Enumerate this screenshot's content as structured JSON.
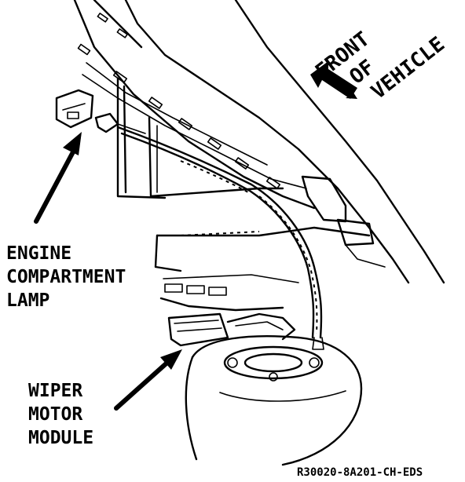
{
  "labels": {
    "front_line1": "FRONT",
    "front_line2": "OF",
    "front_line3": "VEHICLE",
    "engine_line1": "ENGINE",
    "engine_line2": "COMPARTMENT",
    "engine_line3": "LAMP",
    "wiper_line1": "WIPER",
    "wiper_line2": "MOTOR",
    "wiper_line3": "MODULE",
    "reference_code": "R30020-8A201-CH-EDS"
  },
  "colors": {
    "ink": "#000000",
    "paper": "#ffffff"
  }
}
